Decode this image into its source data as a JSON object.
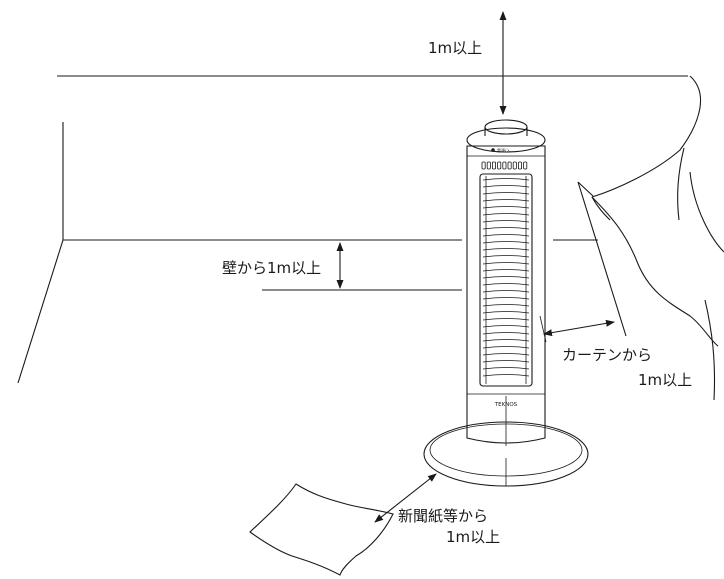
{
  "labels": {
    "ceiling": "1m以上",
    "wall": "壁から1m以上",
    "curtain_line1": "カーテンから",
    "curtain_line2": "1m以上",
    "newspaper_line1": "新聞紙等から",
    "newspaper_line2": "1m以上"
  },
  "device": {
    "brand": "TEKNOS",
    "top_label": "電源/入"
  },
  "colors": {
    "line": "#1a1a1a",
    "background": "#ffffff"
  }
}
